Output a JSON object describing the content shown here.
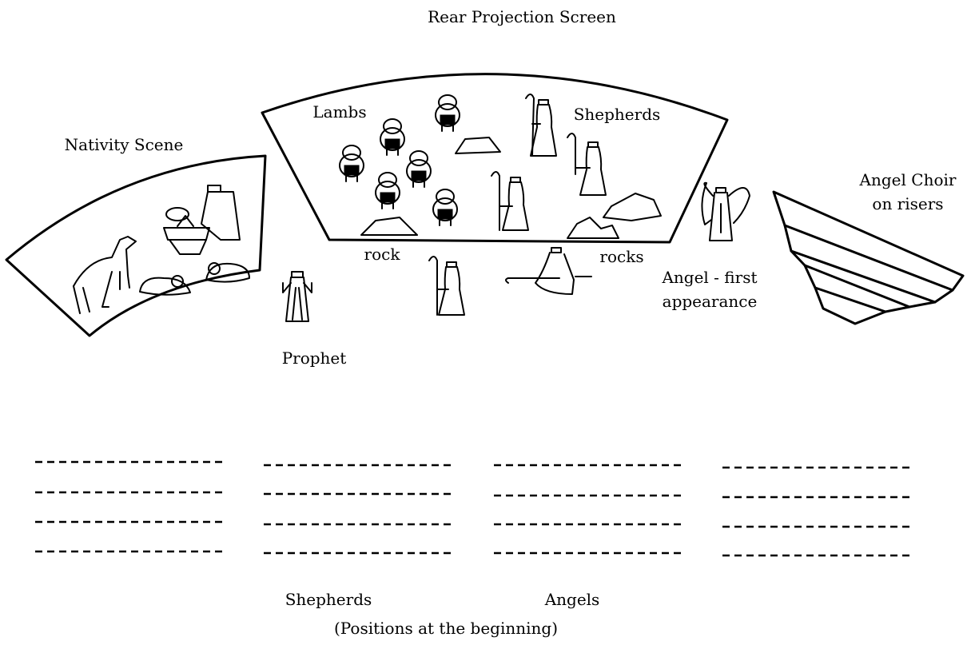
{
  "labels": {
    "rear_projection_screen": "Rear Projection Screen",
    "nativity_scene": "Nativity Scene",
    "lambs": "Lambs",
    "shepherds_top": "Shepherds",
    "angel_choir_line1": "Angel Choir",
    "angel_choir_line2": "on risers",
    "rock": "rock",
    "rocks": "rocks",
    "prophet": "Prophet",
    "angel_first_line1": "Angel - first",
    "angel_first_line2": "appearance"
  },
  "positions": {
    "columns": 4,
    "rows_per_column": 4,
    "shepherds_label": "Shepherds",
    "angels_label": "Angels",
    "caption": "(Positions at the beginning)"
  }
}
